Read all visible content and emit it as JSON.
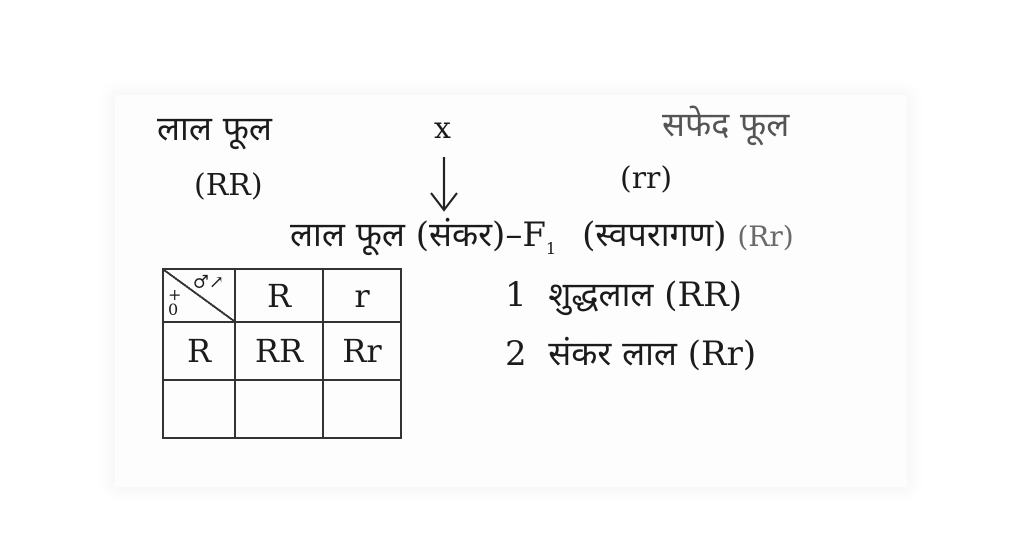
{
  "cross": {
    "parent_left_label": "लाल फूल",
    "parent_left_genotype": "(RR)",
    "cross_symbol": "x",
    "parent_right_label": "सफेद फूल",
    "parent_right_genotype": "(rr)"
  },
  "f1": {
    "label": "लाल फूल (संकर)–F",
    "subscript": "1",
    "selfing": "(स्वपरागण)",
    "genotype": "(Rr)"
  },
  "punnett": {
    "corner_male": "♂︎↗",
    "corner_female": "+\n0",
    "col_headers": [
      "R",
      "r"
    ],
    "rows": [
      {
        "header": "R",
        "cells": [
          "RR",
          "Rr"
        ]
      },
      {
        "header": "",
        "cells": [
          "",
          ""
        ]
      }
    ]
  },
  "results": [
    {
      "count": "1",
      "text": "शुद्धलाल (RR)"
    },
    {
      "count": "2",
      "text": "संकर लाल (Rr)"
    }
  ],
  "colors": {
    "ink": "#1b1b1b",
    "faded": "#6a6a6a"
  }
}
